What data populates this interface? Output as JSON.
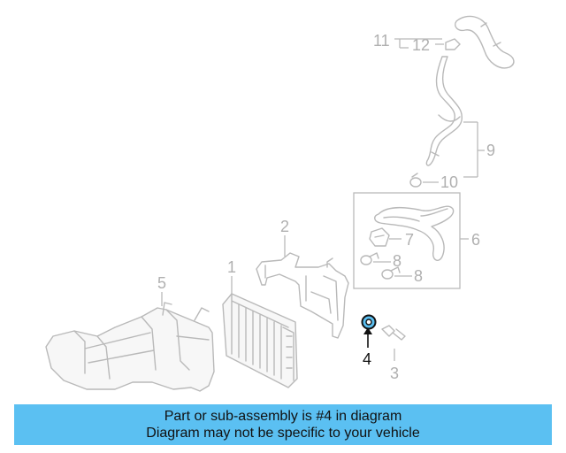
{
  "colors": {
    "ghost_stroke": "#b9b9b9",
    "highlight_fill": "#5bc0f2",
    "highlight_part": "#111111",
    "banner_background": "#5bc0f2"
  },
  "callouts": {
    "c1": "1",
    "c2": "2",
    "c3": "3",
    "c4": "4",
    "c5": "5",
    "c6": "6",
    "c7": "7",
    "c8a": "8",
    "c8b": "8",
    "c9": "9",
    "c10": "10",
    "c11": "11",
    "c12": "12"
  },
  "banner": {
    "line1": "Part or sub-assembly is #4 in diagram",
    "line2": "Diagram may not be specific to your vehicle"
  }
}
